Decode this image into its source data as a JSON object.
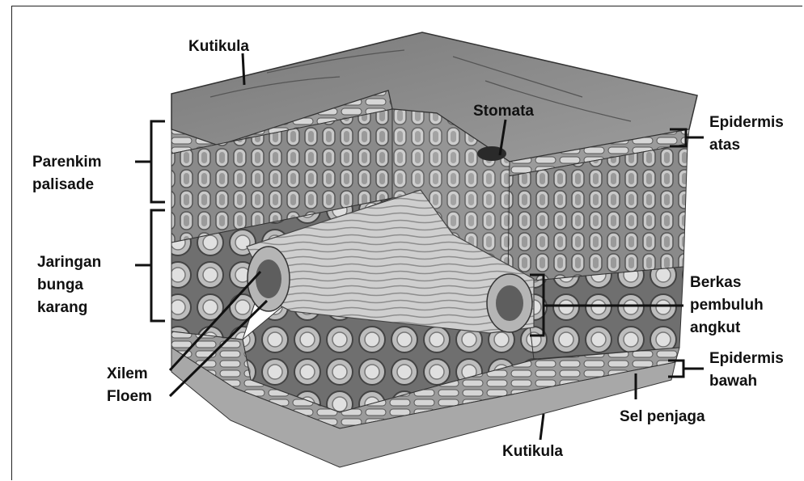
{
  "labels": {
    "kutikula_top": "Kutikula",
    "stomata": "Stomata",
    "epidermis_atas_1": "Epidermis",
    "epidermis_atas_2": "atas",
    "parenkim_1": "Parenkim",
    "parenkim_2": "palisade",
    "jaringan_1": "Jaringan",
    "jaringan_2": "bunga",
    "jaringan_3": "karang",
    "berkas_1": "Berkas",
    "berkas_2": "pembuluh",
    "berkas_3": "angkut",
    "epidermis_bawah_1": "Epidermis",
    "epidermis_bawah_2": "bawah",
    "xilem": "Xilem",
    "floem": "Floem",
    "sel_penjaga": "Sel penjaga",
    "kutikula_bottom": "Kutikula"
  },
  "colors": {
    "line": "#111111",
    "background": "#ffffff"
  }
}
